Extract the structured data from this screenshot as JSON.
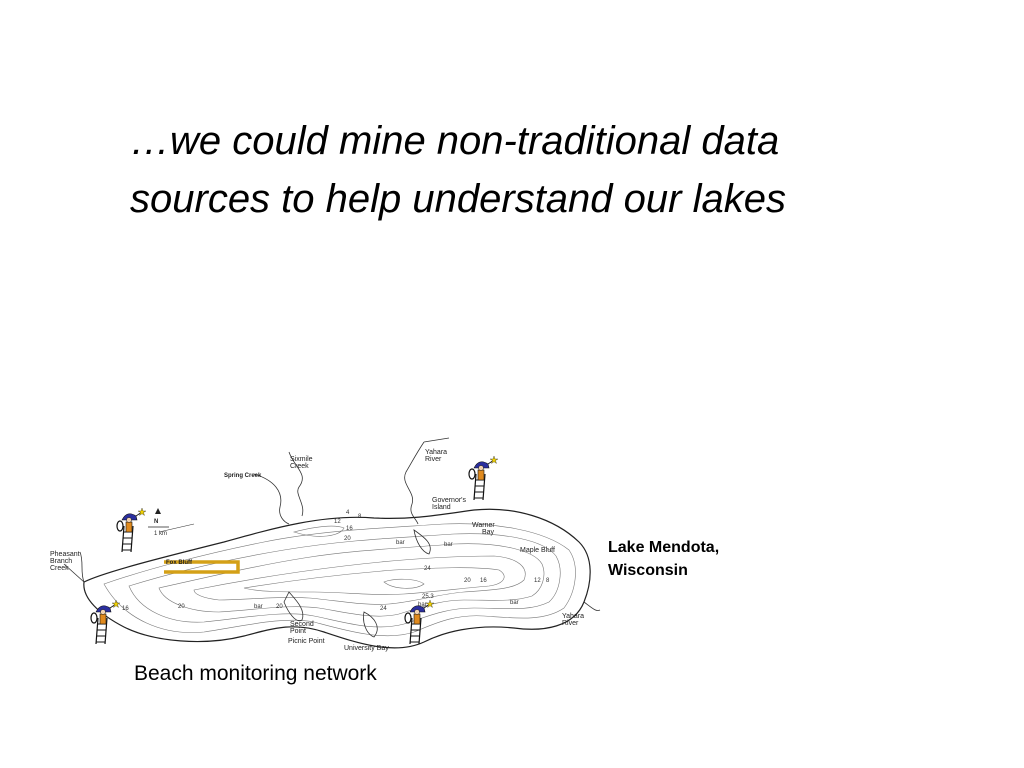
{
  "slide": {
    "title_line1": "…we could mine non-traditional data",
    "title_line2": "sources to help understand our lakes",
    "location_line1": "Lake Mendota,",
    "location_line2": "Wisconsin",
    "caption": "Beach monitoring network"
  },
  "map": {
    "labels": {
      "sixmile_creek_1": "Sixmile",
      "sixmile_creek_2": "Creek",
      "spring_creek": "Spring Creek",
      "yahara_river_top_1": "Yahara",
      "yahara_river_top_2": "River",
      "governors_island_1": "Governor's",
      "governors_island_2": "Island",
      "warner_bay_1": "Warner",
      "warner_bay_2": "Bay",
      "maple_bluff": "Maple Bluff",
      "fox_bluff": "Fox Bluff",
      "pheasant_branch_1": "Pheasant",
      "pheasant_branch_2": "Branch",
      "pheasant_branch_3": "Creek",
      "second_point_1": "Second",
      "second_point_2": "Point",
      "picnic_point": "Picnic Point",
      "university_bay": "University Bay",
      "yahara_river_bottom_1": "Yahara",
      "yahara_river_bottom_2": "River",
      "north_label": "N",
      "scale_label": "1 km"
    },
    "depths": [
      "4",
      "8",
      "12",
      "16",
      "20",
      "20",
      "24",
      "24",
      "25.3",
      "20",
      "16",
      "12",
      "8",
      "16",
      "20",
      "bar",
      "bar",
      "bar",
      "bar",
      "bar"
    ],
    "icon_names": [
      "north-arrow-icon",
      "monitoring-buoy-icon"
    ],
    "highlight_color": "#d4a017",
    "buoy_hat_color": "#2b2f9e",
    "buoy_body_color": "#e08a1e"
  }
}
